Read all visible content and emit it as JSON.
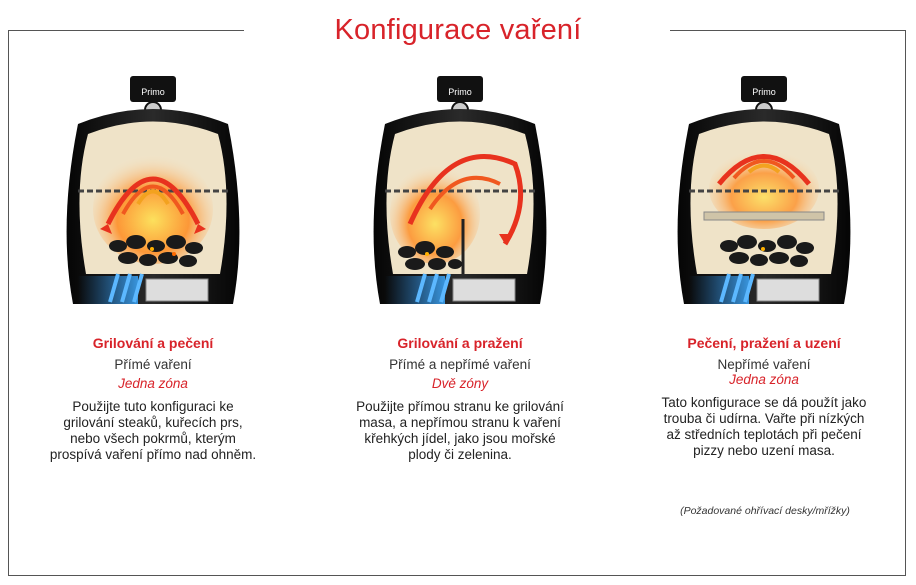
{
  "title": "Konfigurace vaření",
  "brand": "Primo",
  "configs": [
    {
      "heading": "Grilování a pečení",
      "mode": "Přímé vaření",
      "zone": "Jedna zóna",
      "description": "Použijte tuto konfiguraci ke grilování steaků, kuřecích prs, nebo všech pokrmů, kterým prospívá vaření přímo nad ohněm."
    },
    {
      "heading": "Grilování a pražení",
      "mode": "Přímé a nepřímé vaření",
      "zone": "Dvě zóny",
      "description": "Použijte přímou stranu ke grilování masa, a nepřímou stranu k vaření křehkých jídel, jako jsou mořské plody či zelenina."
    },
    {
      "heading": "Pečení, pražení a uzení",
      "mode": "Nepřímé vaření",
      "zone": "Jedna zóna",
      "description": "Tato konfigurace se dá použít jako trouba či udírna. Vařte při nízkých až středních teplotách při pečení pizzy nebo uzení masa."
    }
  ],
  "note": "(Požadované ohřívací desky/mřížky)",
  "colors": {
    "accent": "#d8232a",
    "grill_body": "#151515",
    "interior": "#efe3c8",
    "heat": "#e8321e",
    "air": "#1e7fd6"
  }
}
